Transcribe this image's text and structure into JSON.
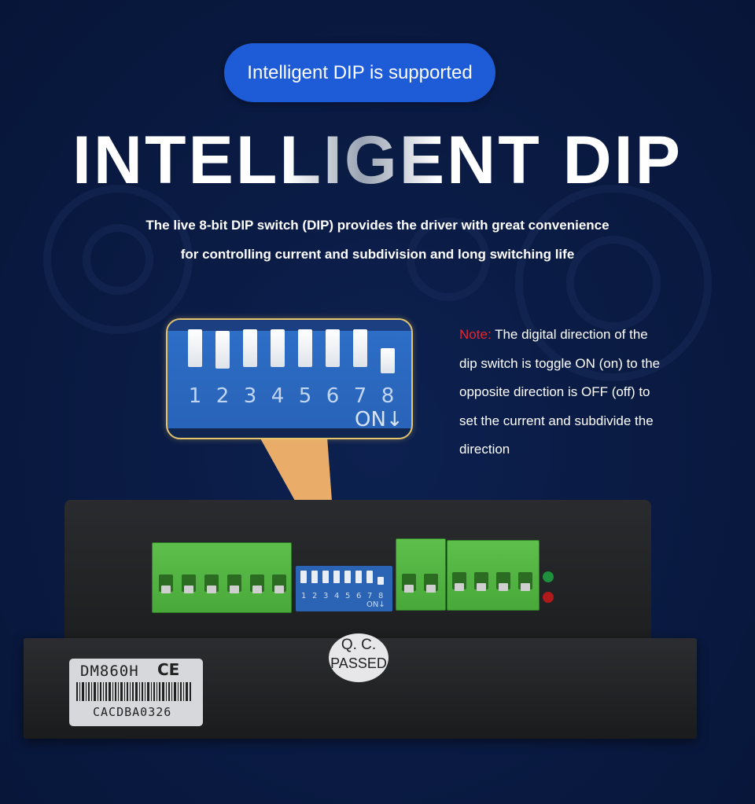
{
  "pill": {
    "text": "Intelligent DIP is supported"
  },
  "headline": "INTELLIGENT DIP",
  "description": [
    "The live 8-bit DIP switch (DIP) provides the driver with great convenience",
    "for controlling current and subdivision and long switching life"
  ],
  "note": {
    "label": "Note:",
    "text": "The digital direction of the dip switch is toggle ON (on) to the opposite direction is OFF (off) to set the current and subdivide the direction"
  },
  "dip_callout": {
    "numbers": [
      "1",
      "2",
      "3",
      "4",
      "5",
      "6",
      "7",
      "8"
    ],
    "on_label": "ON↓"
  },
  "dip_small": {
    "numbers": [
      "1",
      "2",
      "3",
      "4",
      "5",
      "6",
      "7",
      "8"
    ],
    "on_label": "ON↓"
  },
  "device": {
    "model": "DM860H",
    "cert": "CE",
    "serial": "CACDBA0326",
    "qc_line1": "Q. C.",
    "qc_line2": "PASSED"
  },
  "colors": {
    "background": "#0a1b44",
    "pill": "#1e5bd6",
    "note_label": "#e8242b",
    "callout_border": "#e6c46a",
    "callout_beam": "#f6b56a",
    "terminal_green": "#52b343",
    "led_green": "#1e8f3a",
    "led_red": "#b01a1a"
  }
}
